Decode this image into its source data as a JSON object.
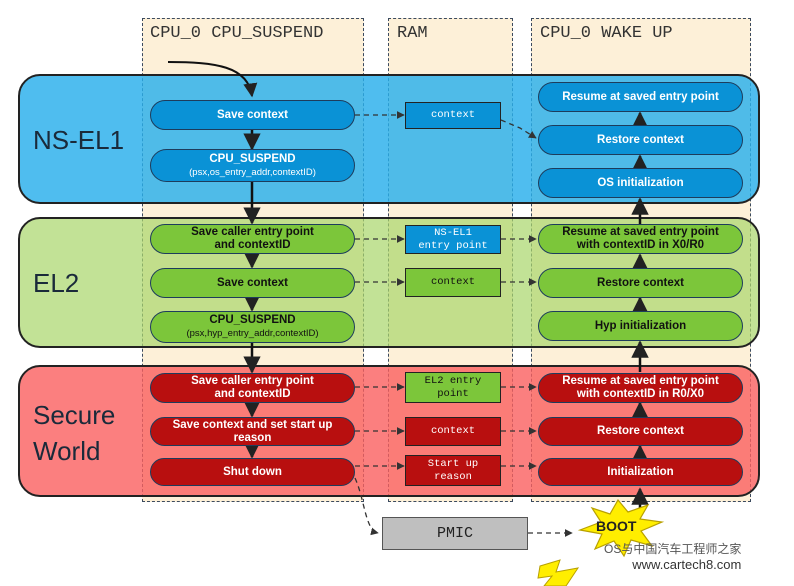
{
  "columns": {
    "cpu0_suspend": "CPU_0 CPU_SUSPEND",
    "ram": "RAM",
    "cpu0_wakeup": "CPU_0 WAKE UP"
  },
  "bands": {
    "ns_el1": "NS-EL1",
    "el2": "EL2",
    "secure_line1": "Secure",
    "secure_line2": "World"
  },
  "suspend": {
    "ns_save_context": "Save context",
    "ns_cpu_suspend": "CPU_SUSPEND",
    "ns_cpu_suspend_args": "(psx,os_entry_addr,contextID)",
    "el2_save_caller_l1": "Save caller entry point",
    "el2_save_caller_l2": "and contextID",
    "el2_save_context": "Save context",
    "el2_cpu_suspend": "CPU_SUSPEND",
    "el2_cpu_suspend_args": "(psx,hyp_entry_addr,contextID)",
    "sec_save_caller_l1": "Save caller entry point",
    "sec_save_caller_l2": "and contextID",
    "sec_save_context_l1": "Save context and set start up",
    "sec_save_context_l2": "reason",
    "sec_shut_down": "Shut down"
  },
  "ram": {
    "ns_context": "context",
    "el2_ns_entry_l1": "NS-EL1",
    "el2_ns_entry_l2": "entry point",
    "el2_context": "context",
    "sec_el2_entry_l1": "EL2 entry",
    "sec_el2_entry_l2": "point",
    "sec_context": "context",
    "sec_startup_l1": "Start up",
    "sec_startup_l2": "reason"
  },
  "wakeup": {
    "ns_resume": "Resume at saved entry point",
    "ns_restore": "Restore context",
    "ns_os_init": "OS initialization",
    "el2_resume_l1": "Resume at saved entry point",
    "el2_resume_l2": "with contextID in X0/R0",
    "el2_restore": "Restore context",
    "el2_hyp_init": "Hyp initialization",
    "sec_resume_l1": "Resume at saved entry point",
    "sec_resume_l2": "with contextID in R0/X0",
    "sec_restore": "Restore context",
    "sec_init": "Initialization"
  },
  "pmic": "PMIC",
  "boot": "BOOT",
  "watermark": {
    "line1": "OS与中国汽车工程师之家",
    "line2": "www.cartech8.com"
  },
  "colors": {
    "ns_band": "#28afeb",
    "el2_band": "#aad76e",
    "secure_band": "#fa5f5f",
    "ns_node": "#0a92d6",
    "el2_node": "#7cc63a",
    "secure_node": "#b80f0f",
    "column_bg": "#fdf0d8",
    "boot_star": "#ffee00"
  }
}
